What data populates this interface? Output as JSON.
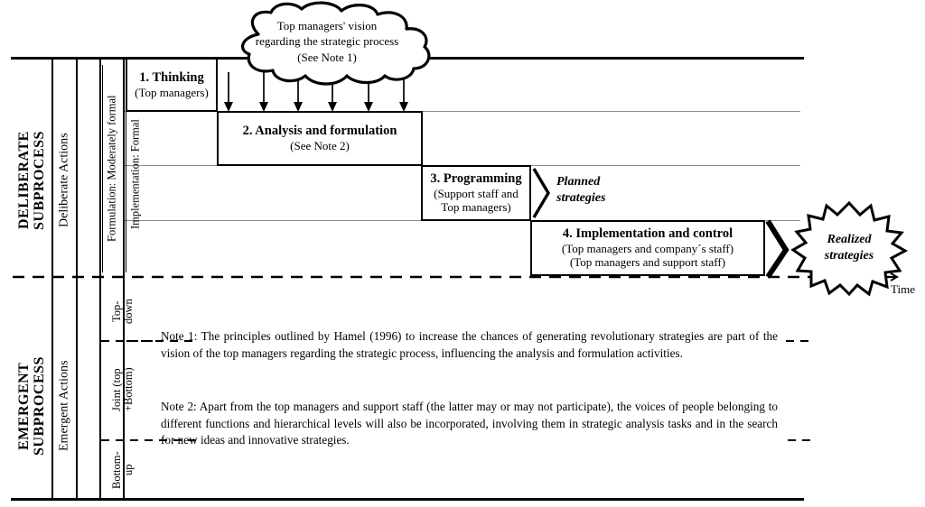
{
  "figure": {
    "title_hidden": "",
    "time_axis_label": "Time"
  },
  "rows": {
    "deliberate": {
      "subprocess_label": "DELIBERATE\nSUBPROCESS",
      "actions_label": "Deliberate Actions",
      "formulation_label": "Formulation: Moderately formal",
      "implementation_label": "Implementation: Formal"
    },
    "emergent": {
      "subprocess_label": "EMERGENT\nSUBPROCESS",
      "actions_label": "Emergent Actions",
      "bands": [
        {
          "label": "Top-\ndown"
        },
        {
          "label": "Joint (top\n+Bottom)"
        },
        {
          "label": "Bottom-\nup"
        }
      ]
    }
  },
  "cloud": {
    "line1": "Top managers' vision",
    "line2": "regarding the strategic process",
    "line3": "(See Note 1)"
  },
  "phases": [
    {
      "id": "thinking",
      "title": "1. Thinking",
      "sub1": "(Top managers)",
      "sub2": ""
    },
    {
      "id": "analysis",
      "title": "2. Analysis and formulation",
      "sub1": "(See Note 2)",
      "sub2": ""
    },
    {
      "id": "programming",
      "title": "3. Programming",
      "sub1": "(Support staff and",
      "sub2": "Top managers)"
    },
    {
      "id": "implementation",
      "title": "4. Implementation and control",
      "sub1": "(Top managers and company´s staff)",
      "sub2": "(Top managers and support staff)"
    }
  ],
  "outputs": {
    "planned": "Planned\nstrategies",
    "realized_line1": "Realized",
    "realized_line2": "strategies"
  },
  "notes": [
    {
      "id": "note-1",
      "text": "Note 1: The principles outlined by Hamel (1996) to increase the chances of generating revolutionary strategies are part of the vision of the top managers regarding the strategic process, influencing the analysis and formulation activities."
    },
    {
      "id": "note-2",
      "text": "Note 2: Apart from the top managers and support staff (the latter may or may not participate), the voices of people belonging to different functions and hierarchical levels will also be incorporated, involving them in strategic analysis tasks and in the search for new ideas and innovative strategies."
    }
  ],
  "colors": {
    "stroke": "#000000",
    "thin_rule": "#8a8a8a",
    "background": "#ffffff"
  }
}
